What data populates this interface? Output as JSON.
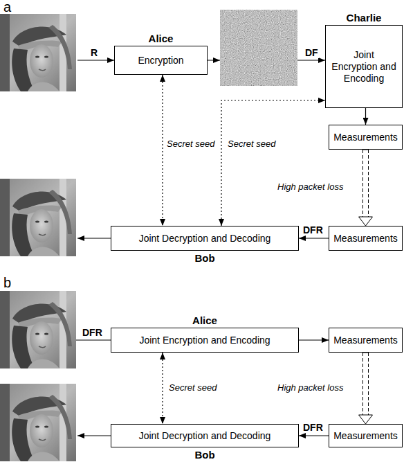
{
  "diagram": {
    "nodes": [
      {
        "text": [
          "Alice",
          "Encryption"
        ]
      },
      {
        "text": [
          "Charlie",
          "Joint Encryption and Encoding"
        ]
      },
      {
        "text": [
          "Measurements"
        ]
      },
      {
        "text": [
          "Measurements"
        ]
      },
      {
        "text": [
          "Joint Decryption and Decoding",
          "Bob"
        ]
      },
      {
        "text": [
          "Alice",
          "Joint Encryption and Encoding"
        ]
      },
      {
        "text": [
          "Measurements"
        ]
      },
      {
        "text": [
          "Measurements"
        ]
      },
      {
        "text": [
          "Joint Decryption and Decoding",
          "Bob"
        ]
      }
    ],
    "edges": [
      {
        "from": 0,
        "to": 1,
        "label": "DF",
        "arrow": "to"
      },
      {
        "from": 1,
        "to": 2,
        "arrow": "to"
      },
      {
        "from": 2,
        "to": 3,
        "label": "High packet loss",
        "arrow": "to"
      },
      {
        "from": 3,
        "to": 4,
        "label": "DFR",
        "arrow": "to"
      },
      {
        "from": 0,
        "to": 4,
        "label": "Secret seed",
        "arrow": "both"
      },
      {
        "from": 4,
        "to": 1,
        "label": "Secret seed",
        "arrow": "both"
      },
      {
        "from": 5,
        "to": 6,
        "arrow": "to"
      },
      {
        "from": 6,
        "to": 7,
        "label": "High packet loss",
        "arrow": "to"
      },
      {
        "from": 7,
        "to": 8,
        "label": "DFR",
        "arrow": "to"
      },
      {
        "from": 5,
        "to": 8,
        "label": "Secret seed",
        "arrow": "both"
      }
    ],
    "labels": [
      "a",
      "R",
      "b",
      "DFR"
    ]
  }
}
